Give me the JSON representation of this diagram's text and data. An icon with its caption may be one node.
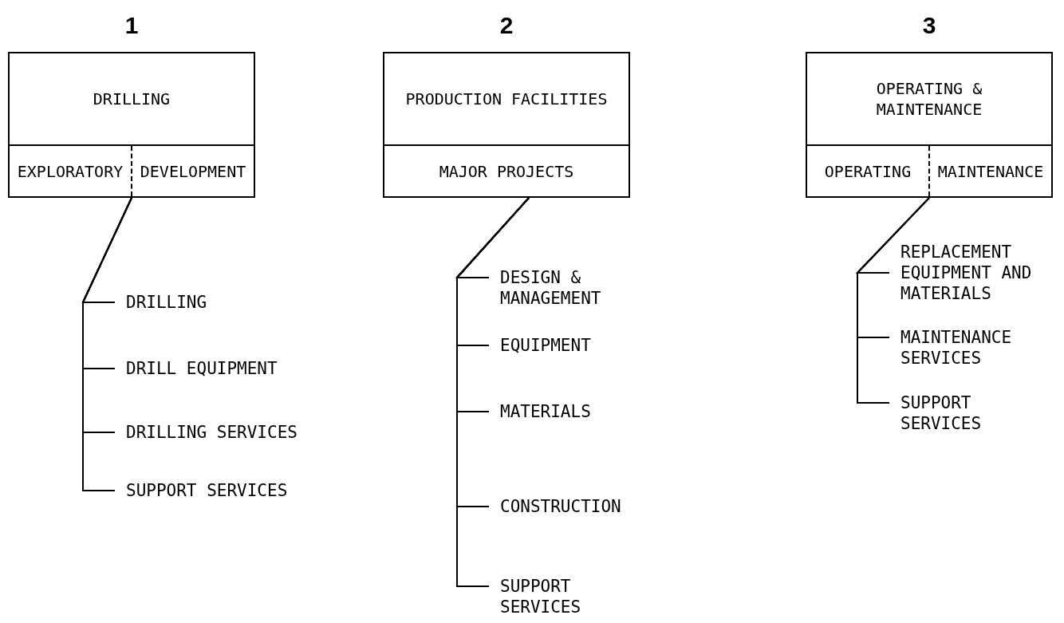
{
  "diagram": {
    "nodes": [
      {
        "text": [
          "1",
          "DRILLING"
        ]
      },
      {
        "text": [
          "EXPLORATORY"
        ],
        "in": 0
      },
      {
        "text": [
          "DEVELOPMENT"
        ],
        "in": 0
      },
      {
        "text": [
          "DRILLING"
        ]
      },
      {
        "text": [
          "DRILL EQUIPMENT"
        ]
      },
      {
        "text": [
          "DRILLING SERVICES"
        ]
      },
      {
        "text": [
          "SUPPORT SERVICES"
        ]
      },
      {
        "text": [
          "2",
          "PRODUCTION FACILITIES"
        ]
      },
      {
        "text": [
          "MAJOR PROJECTS"
        ],
        "in": 7
      },
      {
        "text": [
          "DESIGN & MANAGEMENT"
        ]
      },
      {
        "text": [
          "EQUIPMENT"
        ]
      },
      {
        "text": [
          "MATERIALS"
        ]
      },
      {
        "text": [
          "CONSTRUCTION"
        ]
      },
      {
        "text": [
          "SUPPORT SERVICES"
        ]
      },
      {
        "text": [
          "3",
          "OPERATING & MAINTENANCE"
        ]
      },
      {
        "text": [
          "OPERATING"
        ],
        "in": 14
      },
      {
        "text": [
          "MAINTENANCE"
        ],
        "in": 14
      },
      {
        "text": [
          "REPLACEMENT EQUIPMENT AND MATERIALS"
        ]
      },
      {
        "text": [
          "MAINTENANCE SERVICES"
        ]
      },
      {
        "text": [
          "SUPPORT SERVICES"
        ]
      }
    ],
    "edges": [
      {
        "from": 0,
        "to": 3,
        "arrow": "none"
      },
      {
        "from": 0,
        "to": 4,
        "arrow": "none"
      },
      {
        "from": 0,
        "to": 5,
        "arrow": "none"
      },
      {
        "from": 0,
        "to": 6,
        "arrow": "none"
      },
      {
        "from": 7,
        "to": 9,
        "arrow": "none"
      },
      {
        "from": 7,
        "to": 10,
        "arrow": "none"
      },
      {
        "from": 7,
        "to": 11,
        "arrow": "none"
      },
      {
        "from": 7,
        "to": 12,
        "arrow": "none"
      },
      {
        "from": 7,
        "to": 13,
        "arrow": "none"
      },
      {
        "from": 14,
        "to": 17,
        "arrow": "none"
      },
      {
        "from": 14,
        "to": 18,
        "arrow": "none"
      },
      {
        "from": 14,
        "to": 19,
        "arrow": "none"
      }
    ]
  }
}
